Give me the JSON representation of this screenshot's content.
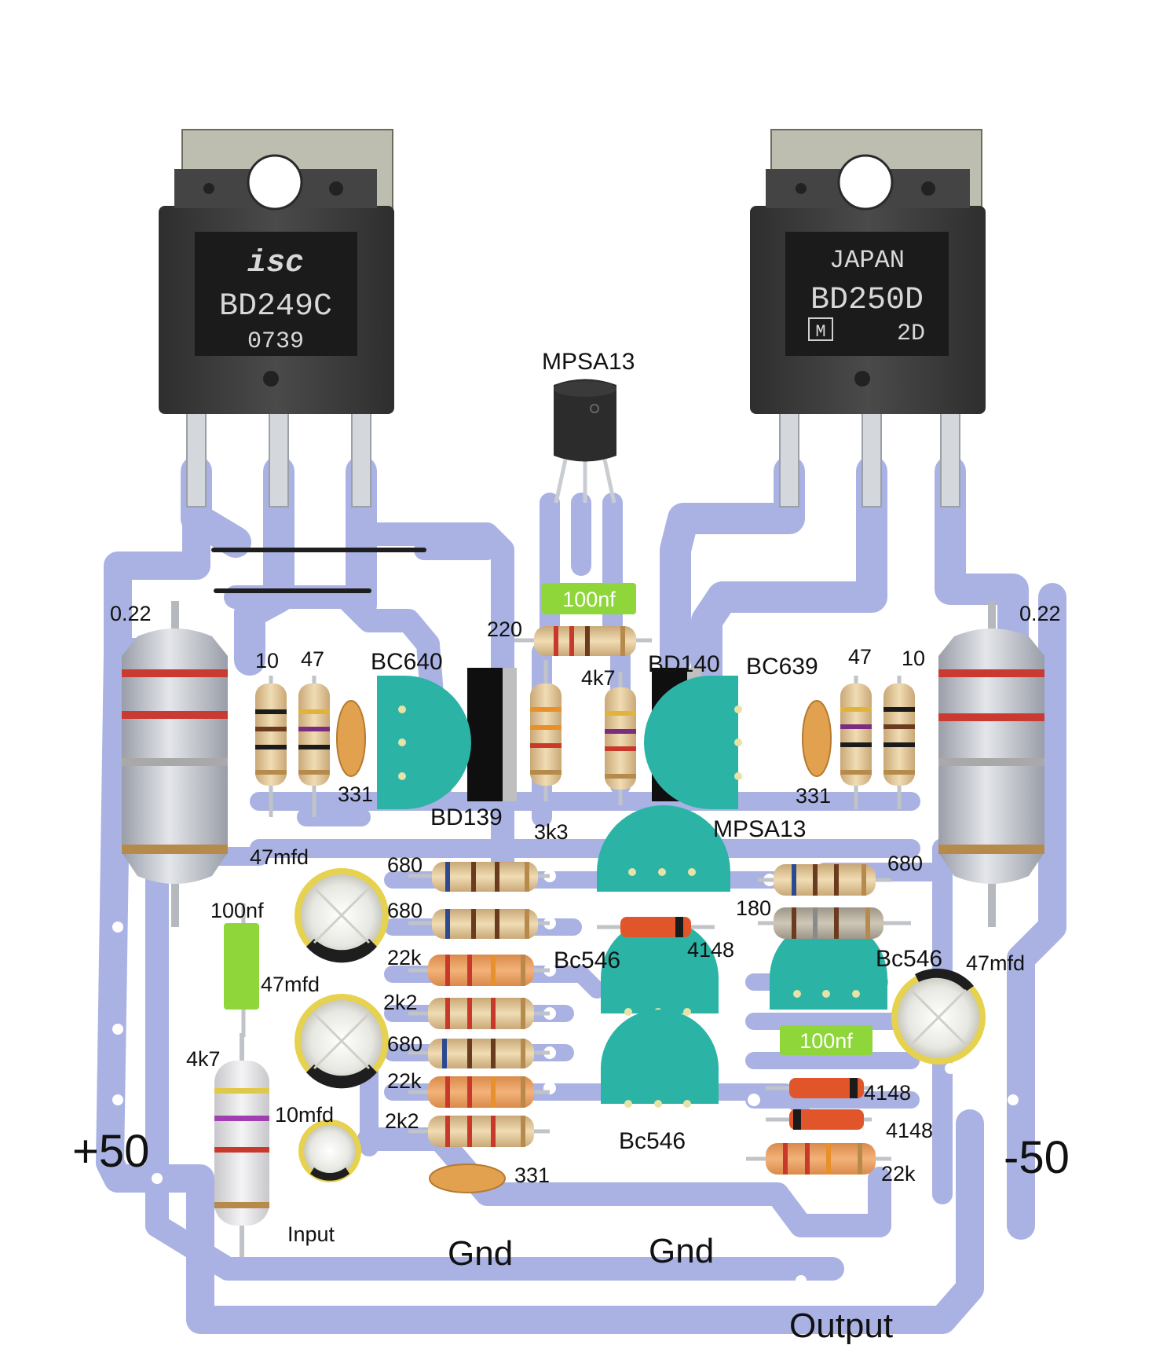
{
  "power_transistors": {
    "left": {
      "brand": "isc",
      "part": "BD249C",
      "code": "0739"
    },
    "right": {
      "brand": "JAPAN",
      "part": "BD250D",
      "code": "2D",
      "logo": "M"
    }
  },
  "driver_top_label": "MPSA13",
  "labels": {
    "plus50": "+50",
    "minus50": "-50",
    "gnd_left": "Gnd",
    "gnd_right": "Gnd",
    "output": "Output",
    "input": "Input",
    "r022_left": "0.22",
    "r022_right": "0.22",
    "r10_left": "10",
    "r47_left": "47",
    "bc640": "BC640",
    "c331_left": "331",
    "bd139": "BD139",
    "r220": "220",
    "cap100nf_top": "100nf",
    "r4k7_mid": "4k7",
    "r3k3": "3k3",
    "bd140": "BD140",
    "bc639": "BC639",
    "r47_right": "47",
    "r10_right": "10",
    "c331_right": "331",
    "mpsa13_mid": "MPSA13",
    "e47mfd_top": "47mfd",
    "cap100nf_left": "100nf",
    "e47mfd_mid": "47mfd",
    "r4k7_left": "4k7",
    "e10mfd": "10mfd",
    "r680_1": "680",
    "r680_2": "680",
    "r22k_1": "22k",
    "r2k2_1": "2k2",
    "r680_3": "680",
    "r22k_2": "22k",
    "r2k2_2": "2k2",
    "c331_bottom": "331",
    "bc546_1": "Bc546",
    "d4148_1": "4148",
    "bc546_2": "Bc546",
    "bc546_3": "Bc546",
    "r680_right": "680",
    "r180": "180",
    "e47mfd_right": "47mfd",
    "cap100nf_right": "100nf",
    "d4148_2": "4148",
    "d4148_3": "4148",
    "r22k_right": "22k"
  },
  "colors": {
    "trace": "#a9b2e3",
    "board": "#ffffff",
    "transistor_body": "#3b3b3b",
    "to92": "#2bb3a6",
    "chip_cap": "#8fd63a",
    "resistor": "#e3c89a"
  }
}
